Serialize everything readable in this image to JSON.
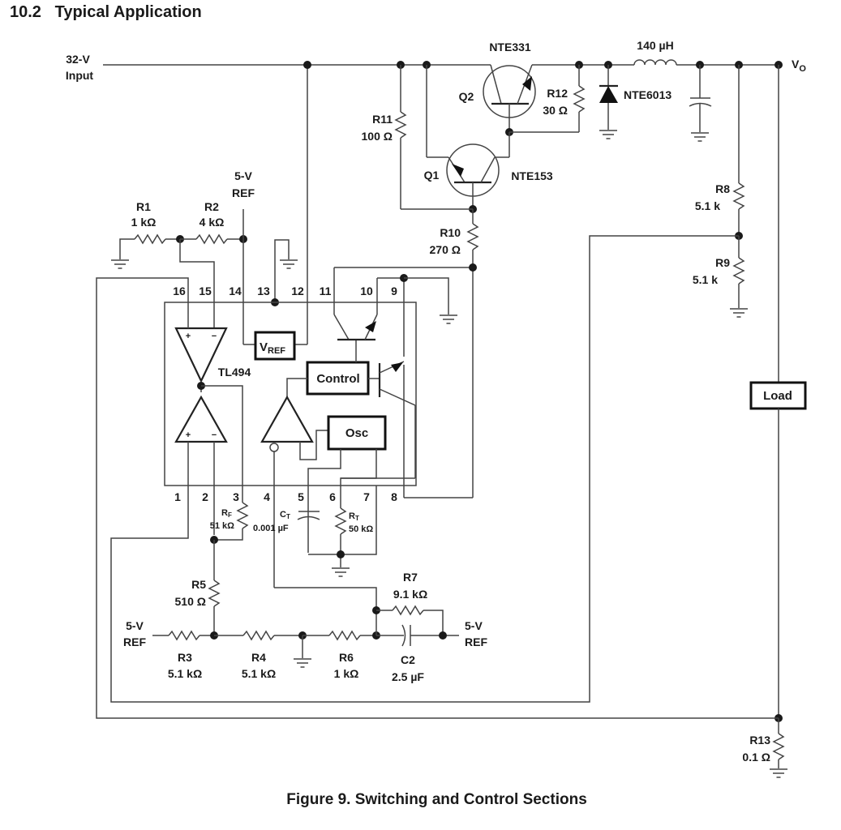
{
  "page": {
    "section_title": "10.2   Typical Application",
    "figure_caption": "Figure 9.  Switching and Control Sections"
  },
  "diagram": {
    "type": "circuit-schematic",
    "ic": {
      "name": "TL494",
      "pins": [
        "1",
        "2",
        "3",
        "4",
        "5",
        "6",
        "7",
        "8",
        "9",
        "10",
        "11",
        "12",
        "13",
        "14",
        "15",
        "16"
      ]
    },
    "blocks": {
      "vref": "V",
      "vref_sub": "REF",
      "control": "Control",
      "osc": "Osc",
      "load": "Load"
    },
    "nets": {
      "input": [
        "32-V",
        "Input"
      ],
      "output": "V",
      "output_sub": "O",
      "ref_top": [
        "5-V",
        "REF"
      ],
      "ref_left": [
        "5-V",
        "REF"
      ],
      "ref_right": [
        "5-V",
        "REF"
      ]
    },
    "opamp_symbols": {
      "plus": "+",
      "minus": "−"
    },
    "components": {
      "R1": {
        "ref": "R1",
        "value": "1 kΩ"
      },
      "R2": {
        "ref": "R2",
        "value": "4 kΩ"
      },
      "R3": {
        "ref": "R3",
        "value": "5.1 kΩ"
      },
      "R4": {
        "ref": "R4",
        "value": "5.1 kΩ"
      },
      "R5": {
        "ref": "R5",
        "value": "510 Ω"
      },
      "R6": {
        "ref": "R6",
        "value": "1 kΩ"
      },
      "R7": {
        "ref": "R7",
        "value": "9.1 kΩ"
      },
      "R8": {
        "ref": "R8",
        "value": "5.1 k"
      },
      "R9": {
        "ref": "R9",
        "value": "5.1 k"
      },
      "R10": {
        "ref": "R10",
        "value": "270 Ω"
      },
      "R11": {
        "ref": "R11",
        "value": "100 Ω"
      },
      "R12": {
        "ref": "R12",
        "value": "30 Ω"
      },
      "R13": {
        "ref": "R13",
        "value": "0.1 Ω"
      },
      "RF": {
        "ref": "R",
        "ref_sub": "F",
        "value": "51 kΩ"
      },
      "RT": {
        "ref": "R",
        "ref_sub": "T",
        "value": "50 kΩ"
      },
      "CT": {
        "ref": "C",
        "ref_sub": "T",
        "value": "0.001 µF"
      },
      "C2": {
        "ref": "C2",
        "value": "2.5 µF"
      },
      "L1": {
        "value": "140 µH"
      },
      "D1": {
        "part": "NTE6013"
      },
      "Q1": {
        "ref": "Q1",
        "part": "NTE153"
      },
      "Q2": {
        "ref": "Q2",
        "part": "NTE331"
      }
    }
  }
}
